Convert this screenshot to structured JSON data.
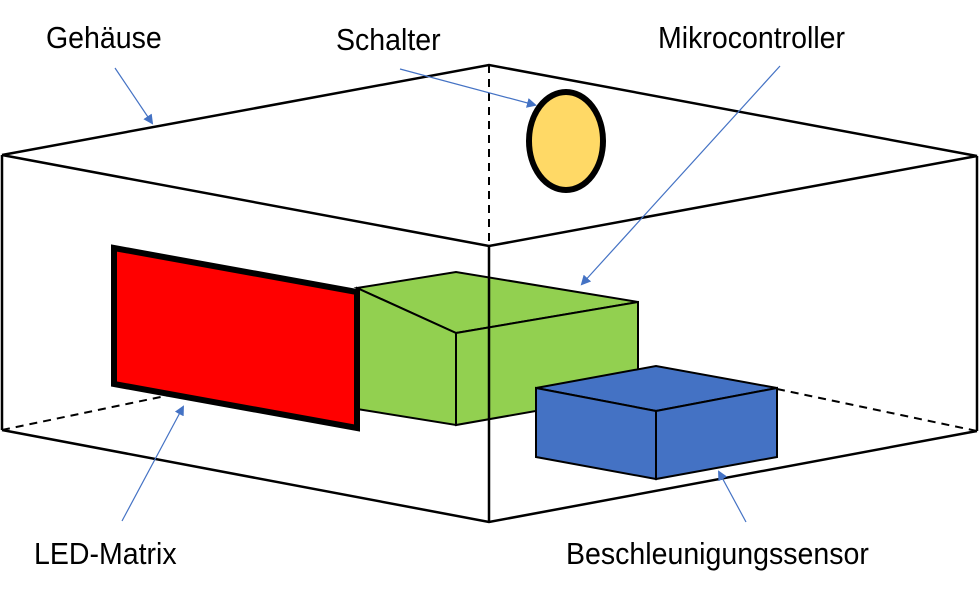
{
  "diagram": {
    "title": "",
    "labels": {
      "housing": "Gehäuse",
      "switch": "Schalter",
      "microcontroller": "Mikrocontroller",
      "led_matrix": "LED-Matrix",
      "accelerometer": "Beschleunigungssensor"
    },
    "colors": {
      "outline": "#000000",
      "arrow": "#4472C4",
      "switch_fill": "#FFD966",
      "led_matrix_fill": "#FF0000",
      "microcontroller_fill": "#92D050",
      "accelerometer_fill": "#4472C4",
      "background": "#FFFFFF"
    },
    "components": [
      {
        "id": "housing",
        "shape": "box-wireframe"
      },
      {
        "id": "switch",
        "shape": "ellipse"
      },
      {
        "id": "led_matrix",
        "shape": "panel"
      },
      {
        "id": "microcontroller",
        "shape": "box"
      },
      {
        "id": "accelerometer",
        "shape": "box"
      }
    ]
  }
}
